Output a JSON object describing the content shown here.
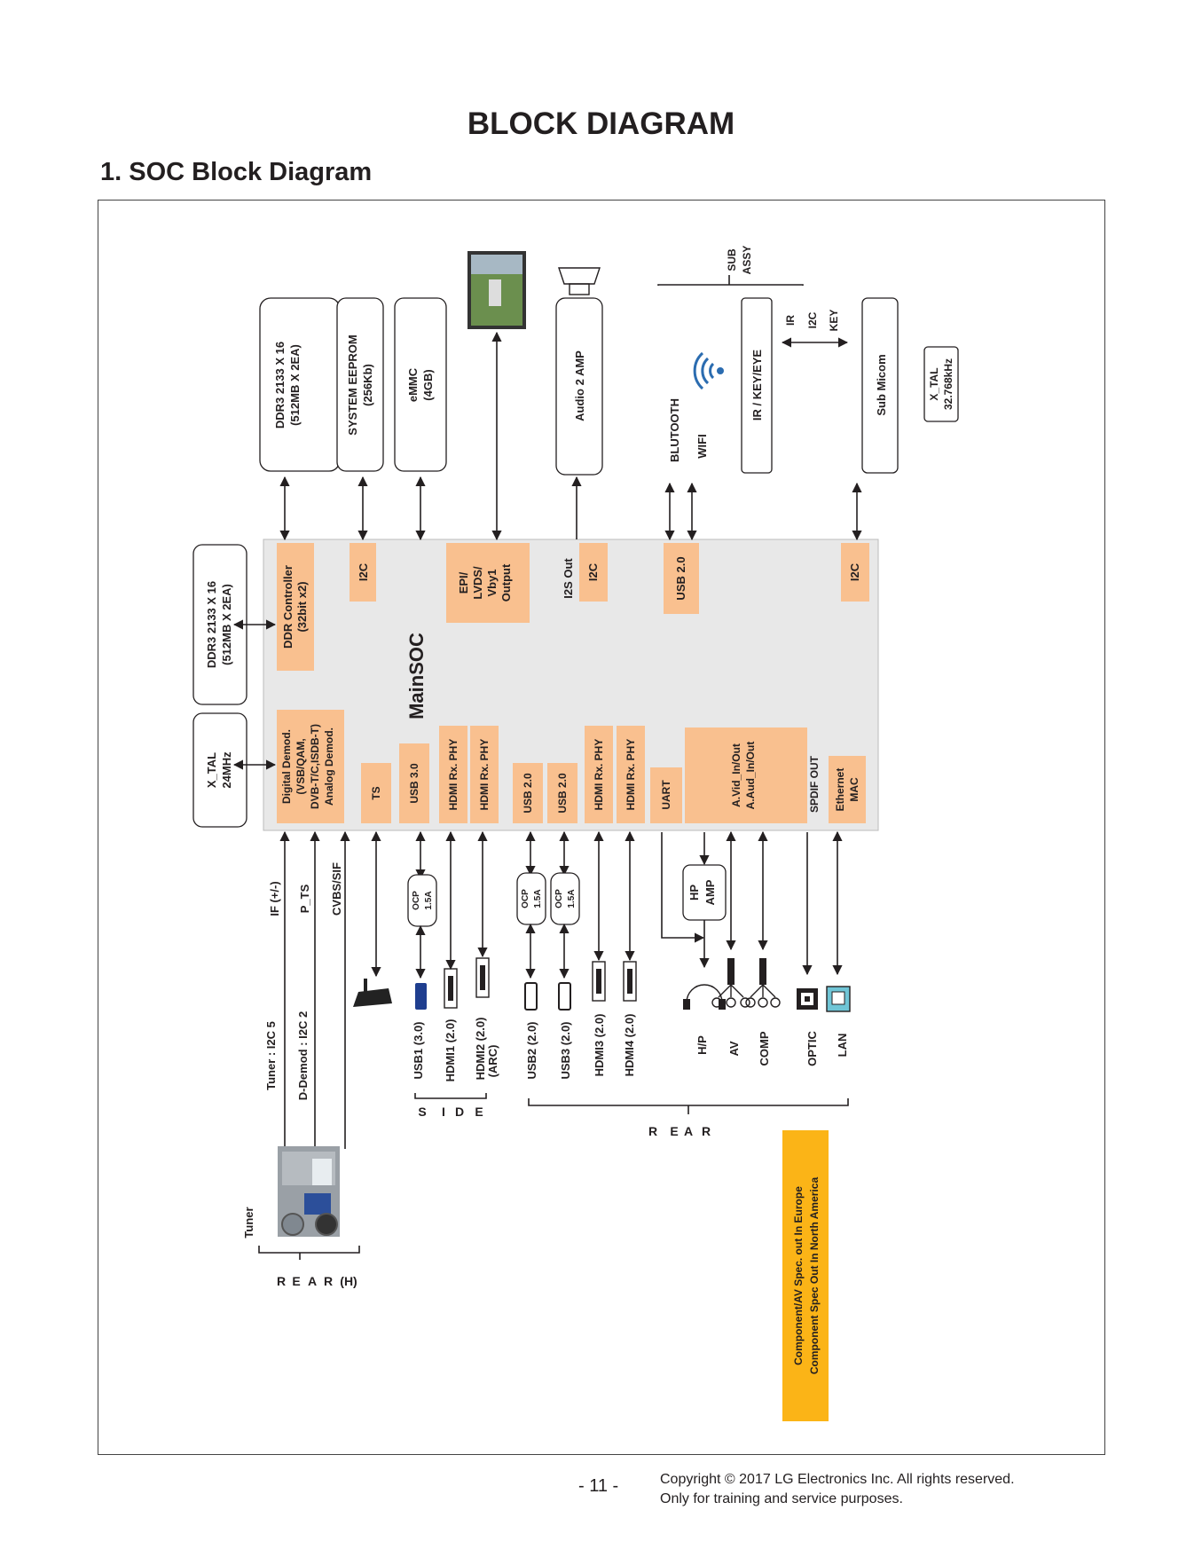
{
  "page": {
    "title": "BLOCK DIAGRAM",
    "section": "1. SOC Block Diagram",
    "page_number": "- 11 -",
    "copyright": "Copyright © 2017 LG Electronics Inc. All rights reserved.",
    "usage": "Only for training and service purposes."
  },
  "soc": {
    "name": "MainSOC",
    "top_blocks": {
      "ddr_ctrl": [
        "DDR Controller",
        "(32bit x2)"
      ],
      "i2c_a": "I2C",
      "output": [
        "EPI/",
        "LVDS/",
        "Vby1",
        "Output"
      ],
      "i2s_out": "I2S Out",
      "i2c_b": "I2C",
      "usb20_top": "USB 2.0",
      "i2c_c": "I2C"
    },
    "bottom_blocks": {
      "demod": [
        "Digital Demod.",
        "(VSB/QAM,",
        "DVB-T/C,ISDB-T)",
        "Analog Demod."
      ],
      "ts": "TS",
      "usb30": "USB 3.0",
      "hdmi_rx_1": "HDMI Rx. PHY",
      "hdmi_rx_2": "HDMI Rx. PHY",
      "usb20_1": "USB 2.0",
      "usb20_2": "USB 2.0",
      "hdmi_rx_3": "HDMI Rx. PHY",
      "hdmi_rx_4": "HDMI Rx. PHY",
      "uart": "UART",
      "av_io": [
        "A.Vid_In/Out",
        "A.Aud_In/Out"
      ],
      "spdif": "SPDIF OUT",
      "eth": [
        "Ethernet",
        "MAC"
      ]
    }
  },
  "top_components": {
    "ddr3_top": [
      "DDR3  2133 X 16",
      "(512MB X 2EA)"
    ],
    "eeprom": [
      "SYSTEM EEPROM",
      "(256Kb)"
    ],
    "emmc": [
      "eMMC",
      "(4GB)"
    ],
    "audio_amp": "Audio 2 AMP",
    "bluetooth": "BLUTOOTH",
    "wifi": "WIFI",
    "ir_key_eye": "IR / KEY/EYE",
    "ir_signals": [
      "IR",
      "I2C",
      "KEY"
    ],
    "sub_assy": [
      "SUB",
      "ASSY"
    ],
    "sub_micom": "Sub Micom",
    "xtal_32k": [
      "X_TAL",
      "32.768kHz"
    ]
  },
  "left_components": {
    "ddr3_left": [
      "DDR3 2133 X 16",
      "(512MB X 2EA)"
    ],
    "xtal_24m": [
      "X_TAL",
      "24MHz"
    ]
  },
  "signals": {
    "if": "IF (+/-)",
    "p_ts": "P_TS",
    "cvbs": "CVBS/SIF",
    "tuner_i2c": "Tuner : I2C 5",
    "demod_i2c": "D-Demod : I2C 2"
  },
  "ocp": [
    "OCP",
    "1.5A"
  ],
  "hp_amp": [
    "HP",
    "AMP"
  ],
  "ports": {
    "usb1": "USB1 (3.0)",
    "hdmi1": "HDMI1 (2.0)",
    "hdmi2": [
      "HDMI2 (2.0)",
      "(ARC)"
    ],
    "usb2": "USB2 (2.0)",
    "usb3": "USB3 (2.0)",
    "hdmi3": "HDMI3 (2.0)",
    "hdmi4": "HDMI4 (2.0)",
    "hp": "H/P",
    "av": "AV",
    "comp": "COMP",
    "optic": "OPTIC",
    "lan": "LAN"
  },
  "groups": {
    "side": [
      "S",
      "I",
      "D",
      "E"
    ],
    "rear": [
      "R",
      "E",
      "A",
      "R"
    ],
    "rear_h": [
      "R",
      "E",
      "A",
      "R",
      "(H)"
    ],
    "tuner": "Tuner"
  },
  "note": [
    "Component/AV Spec. out In Europe",
    "Component Spec Out In North America"
  ],
  "colors": {
    "block_fill": "#f9c08f",
    "soc_fill": "#e8e8e8",
    "note_fill": "#fbb417",
    "ink": "#231f20"
  }
}
